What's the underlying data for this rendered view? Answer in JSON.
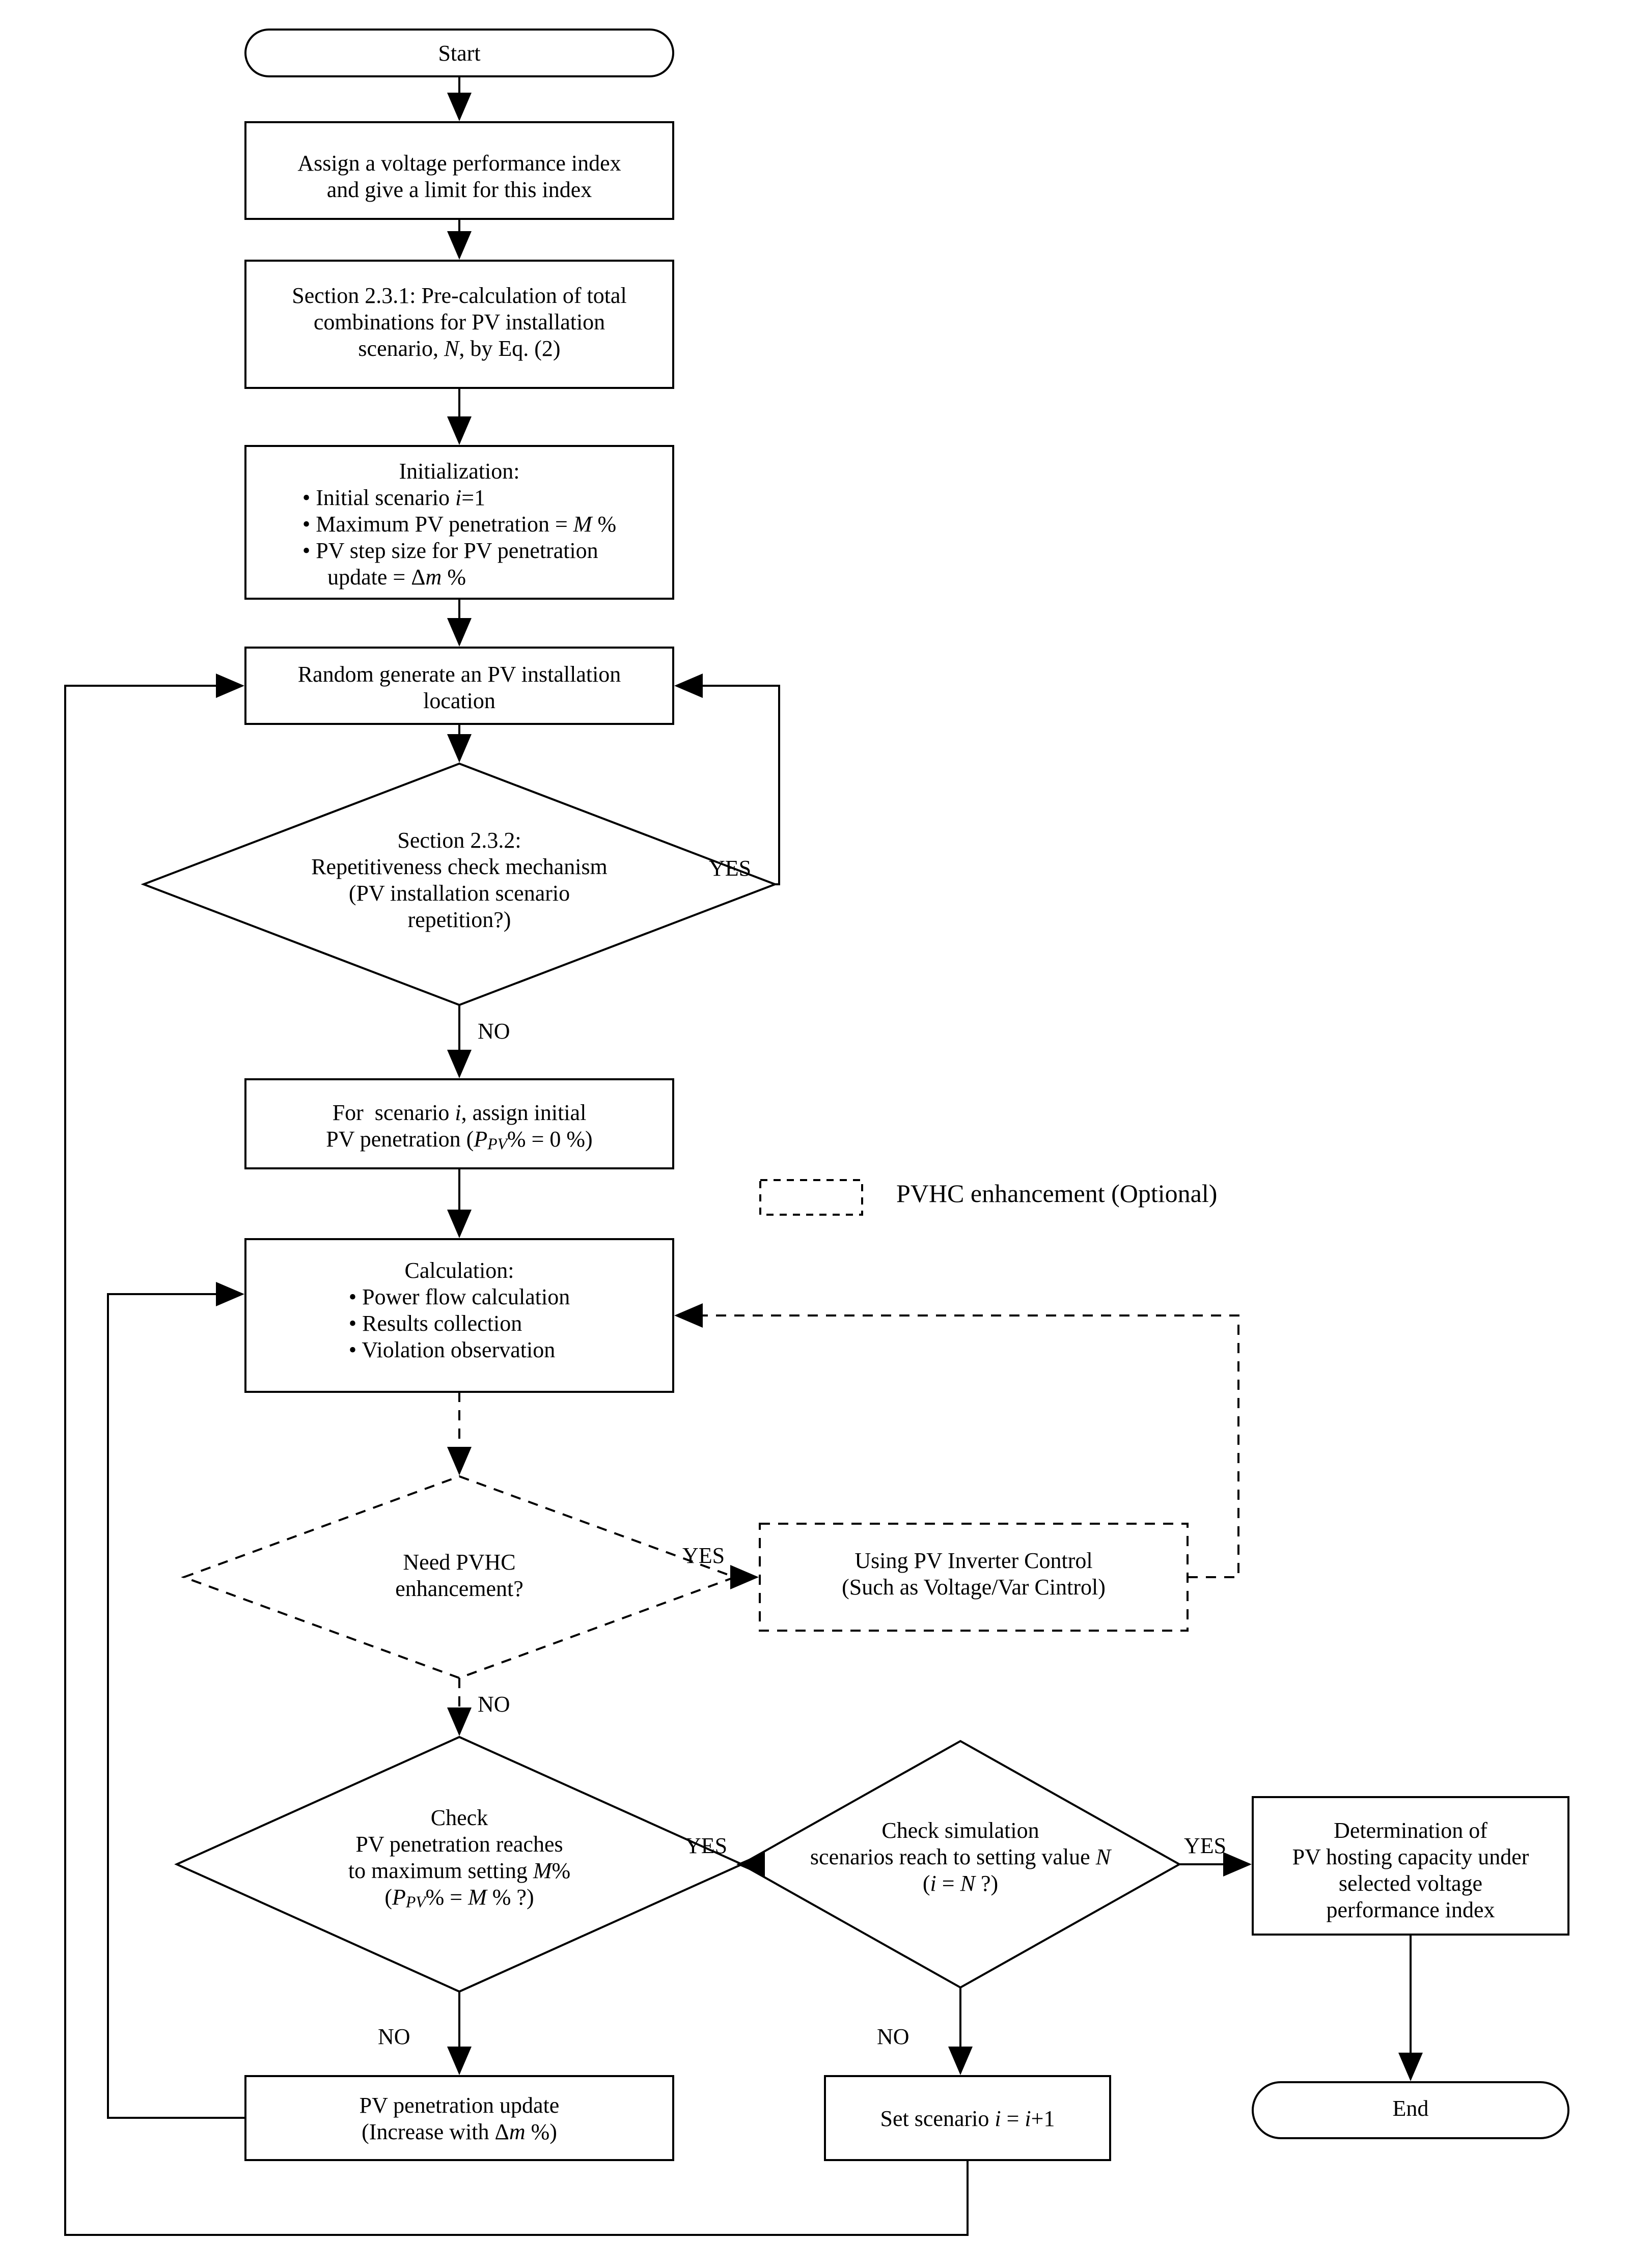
{
  "diagram": {
    "title": "PV hosting capacity (PVHC) assessment flowchart",
    "legend": {
      "swatch_style": "dashed-box",
      "label": "PVHC enhancement (Optional)"
    },
    "nodes": {
      "start": {
        "shape": "terminator",
        "label": "Start"
      },
      "assign_index": {
        "shape": "process",
        "lines": [
          "Assign a voltage performance index",
          "and give a limit for this index"
        ]
      },
      "precalc": {
        "shape": "process",
        "lines": [
          "Section 2.3.1: Pre-calculation of total",
          "combinations for PV installation",
          "scenario, N, by Eq. (2)"
        ],
        "html": "Section 2.3.1: Pre-calculation of total<br>combinations for PV installation<br>scenario, <i>N</i>, by Eq. (2)"
      },
      "initialization": {
        "shape": "process",
        "heading": "Initialization:",
        "bullets": [
          "Initial scenario i=1",
          "Maximum PV penetration = M %",
          "PV step size for PV penetration update = Δm %"
        ],
        "html": "Initialization:<br><span class=\"bullets\"><span class=\"b\">&bull; Initial scenario <i>i</i>=1</span><span class=\"b\">&bull; Maximum PV penetration = <i>M</i> %</span><span class=\"b\">&bull; PV step size for PV penetration<br>&nbsp;&nbsp;update = Δ<i>m</i> %</span></span>"
      },
      "random_gen": {
        "shape": "process",
        "lines": [
          "Random generate an PV installation",
          "location"
        ]
      },
      "repetitiveness": {
        "shape": "decision",
        "lines": [
          "Section 2.3.2:",
          "Repetitiveness check mechanism",
          "(PV installation scenario",
          "repetition?)"
        ]
      },
      "assign_initial_pen": {
        "shape": "process",
        "lines": [
          "For  scenario i, assign initial",
          "PV penetration (PPV% = 0 %)"
        ],
        "html": "For&nbsp; scenario <i>i</i>, assign initial<br>PV penetration (<i>P</i><span class=\"sub\">PV</span>% = 0 %)"
      },
      "calculation": {
        "shape": "process",
        "heading": "Calculation:",
        "bullets": [
          "Power flow calculation",
          "Results collection",
          "Violation observation"
        ],
        "html": "Calculation:<br><span class=\"bullets\"><span class=\"b\">&bull; Power flow calculation</span><span class=\"b\">&bull; Results collection</span><span class=\"b\">&bull; Violation observation</span></span>"
      },
      "need_pvhc": {
        "shape": "decision-dashed",
        "lines": [
          "Need PVHC",
          "enhancement?"
        ]
      },
      "inverter_control": {
        "shape": "process-dashed",
        "lines": [
          "Using PV Inverter Control",
          "(Such as Voltage/Var Cintrol)"
        ]
      },
      "check_penetration": {
        "shape": "decision",
        "lines": [
          "Check",
          "PV penetration reaches",
          "to maximum setting M%",
          "(PPV% = M % ?)"
        ],
        "html": "Check<br>PV penetration reaches<br>to maximum setting <i>M</i>%<br>(<i>P</i><span class=\"sub\">PV</span>% = <i>M</i> % ?)"
      },
      "check_scenarios": {
        "shape": "decision",
        "lines": [
          "Check simulation",
          "scenarios reach to setting value N",
          "(i = N ?)"
        ],
        "html": "Check simulation<br>scenarios reach to setting value <i>N</i><br>(<i>i</i> = <i>N</i> ?)"
      },
      "determination": {
        "shape": "process",
        "lines": [
          "Determination of",
          "PV hosting capacity under",
          "selected voltage",
          "performance index"
        ]
      },
      "penetration_update": {
        "shape": "process",
        "lines": [
          "PV penetration update",
          "(Increase with Δm %)"
        ],
        "html": "PV penetration update<br>(Increase with Δ<i>m</i> %)"
      },
      "set_scenario": {
        "shape": "process",
        "lines": [
          "Set scenario i = i+1"
        ],
        "html": "Set scenario <i>i</i> = <i>i</i>+1"
      },
      "end": {
        "shape": "terminator",
        "label": "End"
      }
    },
    "edge_labels": {
      "repetitiveness_yes": "YES",
      "repetitiveness_no": "NO",
      "need_pvhc_yes": "YES",
      "need_pvhc_no": "NO",
      "check_penetration_yes": "YES",
      "check_penetration_no": "NO",
      "check_scenarios_yes": "YES",
      "check_scenarios_no": "NO"
    },
    "colors": {
      "stroke": "#000000",
      "fill": "#ffffff",
      "text": "#000000"
    }
  }
}
